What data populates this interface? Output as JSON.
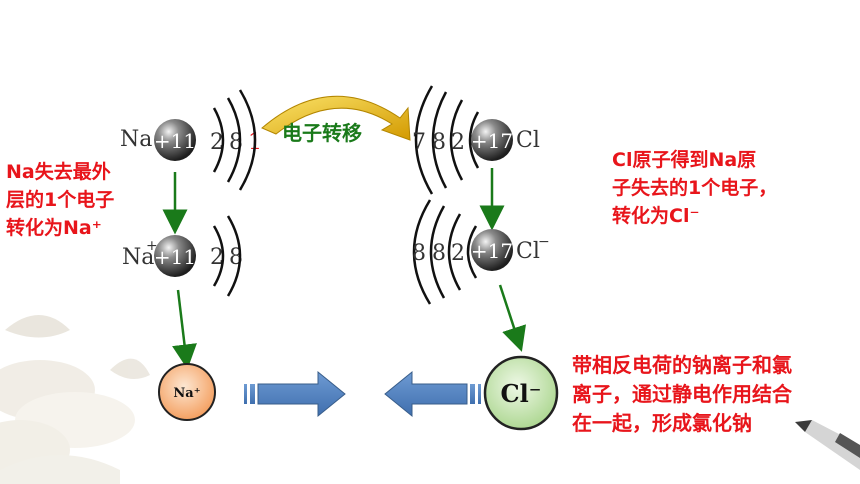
{
  "na_atom": {
    "symbol": "Na",
    "nucleus": "+11",
    "shells": [
      "2",
      "8",
      "1"
    ]
  },
  "cl_atom": {
    "symbol": "Cl",
    "nucleus": "+17",
    "shells": [
      "7",
      "8",
      "2"
    ]
  },
  "na_ion_shell": {
    "symbol": "Na",
    "sign": "+",
    "nucleus": "+11",
    "shells": [
      "2",
      "8"
    ]
  },
  "cl_ion_shell": {
    "symbol": "Cl",
    "sign": "−",
    "nucleus": "+17",
    "shells": [
      "8",
      "8",
      "2"
    ]
  },
  "transfer_label": "电子转移",
  "na_note": [
    "Na失去最外",
    "层的1个电子",
    "转化为Na⁺"
  ],
  "cl_note": [
    "Cl原子得到Na原",
    "子失去的1个电子，",
    "转化为Cl⁻"
  ],
  "bond_note": [
    "带相反电荷的钠离子和氯",
    "离子，通过静电作用结合",
    "在一起，形成氯化钠"
  ],
  "na_ion_label": "Na⁺",
  "cl_ion_label": "Cl⁻",
  "colors": {
    "red": "#e8151b",
    "green": "#1a7a1a",
    "arrow_blue": "#4f81bd",
    "na_ion_fill": "#f6b27a",
    "cl_ion_fill": "#c8e6b4",
    "transfer_arrow": "#e6b800"
  }
}
